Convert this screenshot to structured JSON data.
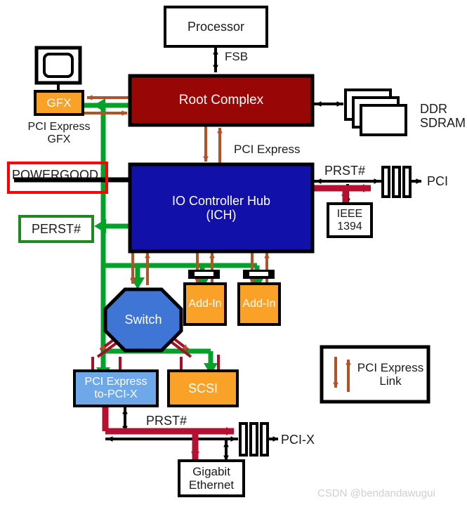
{
  "diagram": {
    "title": "PCI Express platform block diagram",
    "watermark": "CSDN @bendandawugui",
    "colors": {
      "root_complex": "#990606",
      "ich": "#1111aa",
      "orange": "#f9a227",
      "light_blue": "#6fa8e8",
      "pcie_link": "#b15227",
      "reset_green": "#00a22a",
      "prst_red": "#b50f32",
      "powergood_border": "#ff0000",
      "perst_border": "#1f8a1f",
      "black": "#000000",
      "white": "#ffffff"
    },
    "blocks": {
      "processor": "Processor",
      "root_complex": "Root Complex",
      "ich_line1": "IO Controller Hub",
      "ich_line2": "(ICH)",
      "gfx": "GFX",
      "monitor": "monitor-icon",
      "switch": "Switch",
      "addin_1": "Add-In",
      "addin_2": "Add-In",
      "bridge_line1": "PCI Express",
      "bridge_line2": "to-PCI-X",
      "scsi": "SCSI",
      "ieee_line1": "IEEE",
      "ieee_line2": "1394",
      "gigabit_line1": "Gigabit",
      "gigabit_line2": "Ethernet",
      "ddr_line1": "DDR",
      "ddr_line2": "SDRAM"
    },
    "signals": {
      "fsb": "FSB",
      "pci_express": "PCI Express",
      "pcie_gfx_line1": "PCI Express",
      "pcie_gfx_line2": "GFX",
      "powergood": "POWERGOOD",
      "perst": "PERST#",
      "prst_top": "PRST#",
      "prst_bottom": "PRST#",
      "pci": "PCI",
      "pcix": "PCI-X"
    },
    "legend": {
      "line1": "PCI Express",
      "line2": "Link"
    }
  }
}
